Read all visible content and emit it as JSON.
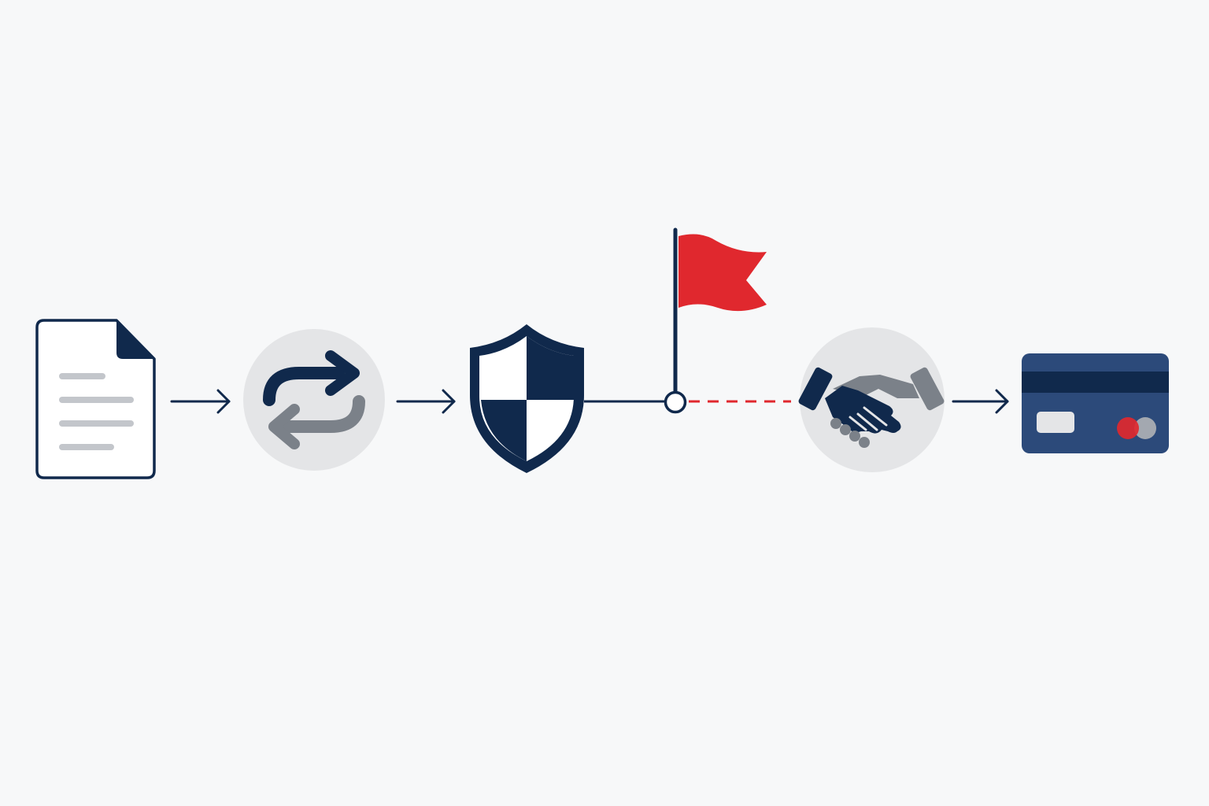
{
  "diagram": {
    "kind": "process-flow",
    "steps": [
      {
        "id": "document",
        "icon": "document-icon"
      },
      {
        "id": "exchange",
        "icon": "exchange-arrows-icon"
      },
      {
        "id": "security",
        "icon": "shield-icon"
      },
      {
        "id": "checkpoint",
        "icon": "red-flag-icon"
      },
      {
        "id": "agreement",
        "icon": "handshake-icon"
      },
      {
        "id": "payment",
        "icon": "credit-card-icon"
      }
    ],
    "connectors": [
      {
        "from": "document",
        "to": "exchange",
        "style": "arrow"
      },
      {
        "from": "exchange",
        "to": "security",
        "style": "arrow"
      },
      {
        "from": "security",
        "to": "checkpoint",
        "style": "solid-line"
      },
      {
        "from": "checkpoint",
        "to": "agreement",
        "style": "dashed-line"
      },
      {
        "from": "agreement",
        "to": "payment",
        "style": "arrow"
      }
    ]
  },
  "colors": {
    "background": "#f7f8f9",
    "navy": "#10294c",
    "card_blue": "#2c4a7a",
    "gray": "#7b8189",
    "light_gray": "#c3c6cb",
    "circle_bg": "#e4e5e7",
    "accent_red": "#e0282e",
    "white": "#ffffff"
  }
}
